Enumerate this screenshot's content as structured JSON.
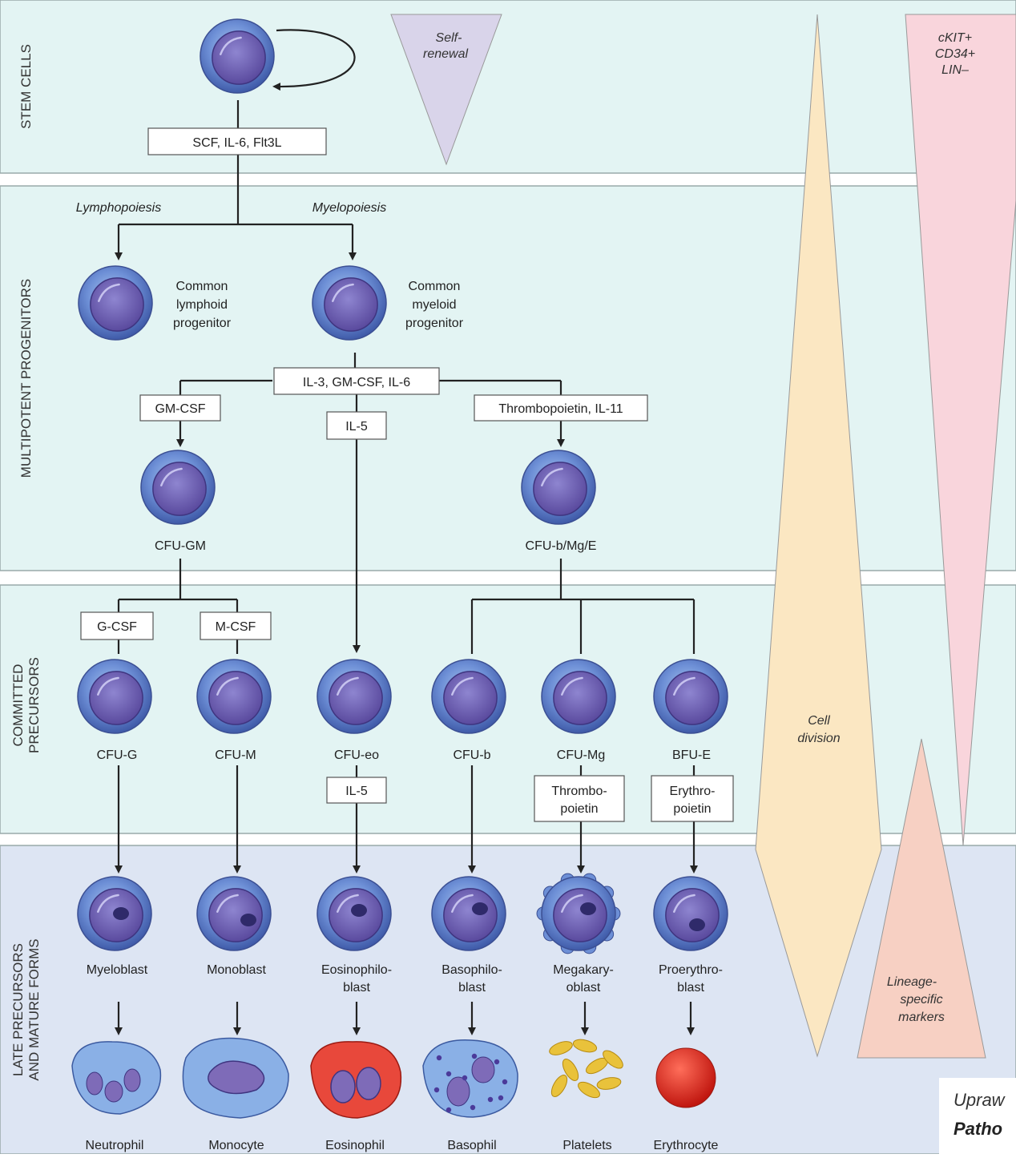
{
  "bands": [
    {
      "label": "STEM CELLS"
    },
    {
      "label": "MULTIPOTENT PROGENITORS"
    },
    {
      "label": "COMMITTED PRECURSORS"
    },
    {
      "label": "LATE PRECURSORS AND MATURE FORMS"
    }
  ],
  "factors": {
    "stem": "SCF, IL-6, Flt3L",
    "myeloid": "IL-3, GM-CSF, IL-6",
    "gm_csf": "GM-CSF",
    "il5_top": "IL-5",
    "tpo_il11": "Thrombopoietin, IL-11",
    "g_csf": "G-CSF",
    "m_csf": "M-CSF",
    "il5_bottom": "IL-5",
    "thrombopoietin": "Thrombo- poietin",
    "erythropoietin": "Erythro- poietin"
  },
  "pathways": {
    "lympho": "Lymphopoiesis",
    "myelo": "Myelopoiesis"
  },
  "progenitors": {
    "lymphoid": "Common lymphoid progenitor",
    "myeloid": "Common myeloid progenitor",
    "cfu_gm": "CFU-GM",
    "cfu_bmge": "CFU-b/Mg/E"
  },
  "committed": [
    "CFU-G",
    "CFU-M",
    "CFU-eo",
    "CFU-b",
    "CFU-Mg",
    "BFU-E"
  ],
  "blasts": [
    "Myeloblast",
    "Monoblast",
    "Eosinophilo- blast",
    "Basophilo- blast",
    "Megakary- oblast",
    "Proerythro- blast"
  ],
  "mature": [
    "Neutrophil",
    "Monocyte",
    "Eosinophil",
    "Basophil",
    "Platelets",
    "Erythrocyte"
  ],
  "triangles": {
    "self_renewal": "Self- renewal",
    "markers": "cKIT+ CD34+ LIN–",
    "cell_division": "Cell division",
    "lineage": "Lineage- specific markers"
  },
  "credit": {
    "line1": "Upraw",
    "line2": "Patho"
  },
  "colors": {
    "band_teal": "#e3f4f3",
    "band_blue": "#dde5f3",
    "self_renewal": "#d9d4ea",
    "markers": "#f9d5dc",
    "cell_division": "#fbe7c2",
    "lineage": "#f7d0c3",
    "cell_outer": "#5a76c4",
    "cell_nucleus": "#6e5cab",
    "erythrocyte": "#d8241d",
    "platelet": "#e9c23b"
  }
}
